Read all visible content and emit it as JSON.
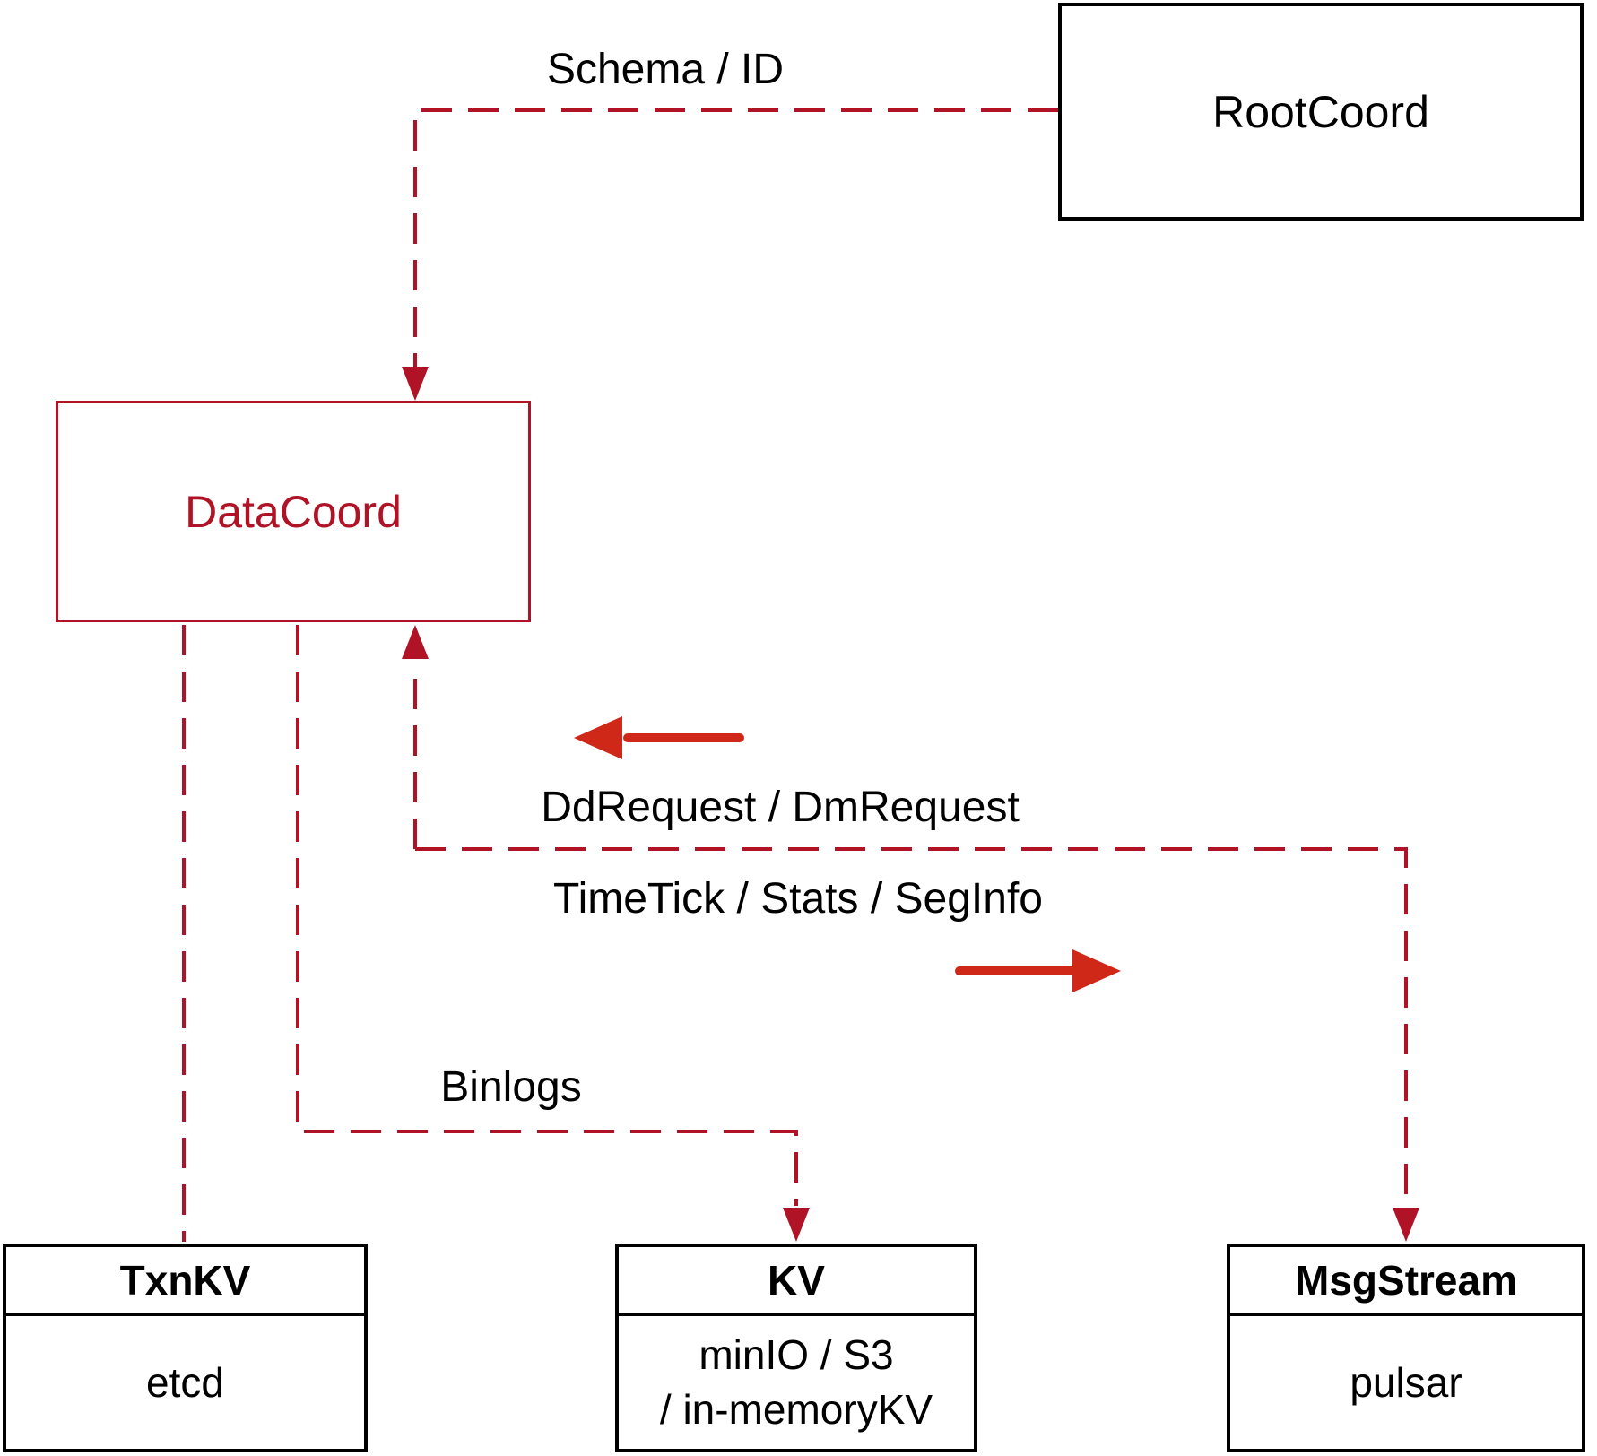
{
  "diagram": {
    "boxes": {
      "rootcoord": {
        "title": "RootCoord"
      },
      "datacoord": {
        "title": "DataCoord"
      },
      "txnkv": {
        "title": "TxnKV",
        "body": "etcd"
      },
      "kv": {
        "title": "KV",
        "body_line1": "minIO / S3",
        "body_line2": "/ in-memoryKV"
      },
      "msgstream": {
        "title": "MsgStream",
        "body": "pulsar"
      }
    },
    "labels": {
      "schema_id": "Schema / ID",
      "dd_request": "DdRequest / DmRequest",
      "time_tick": "TimeTick / Stats / SegInfo",
      "binlogs": "Binlogs"
    },
    "colors": {
      "dashed_red": "#b01226",
      "solid_red": "#d02818",
      "ink": "#000000",
      "paper": "#ffffff"
    }
  }
}
